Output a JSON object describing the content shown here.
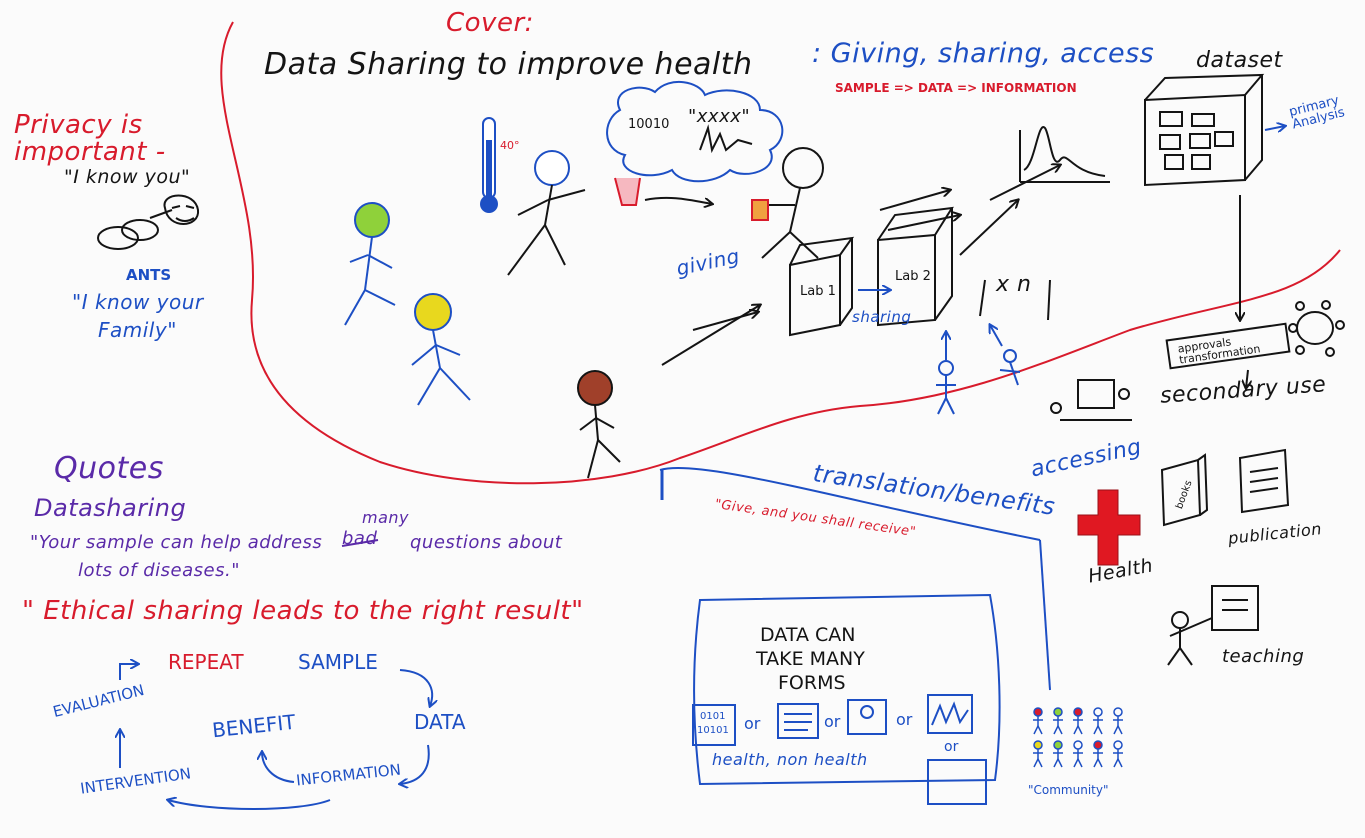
{
  "cover": {
    "label": "Cover:",
    "title": "Data Sharing to improve health",
    "subtitle": ": Giving, sharing, access",
    "flow": "SAMPLE => DATA => INFORMATION"
  },
  "privacy": {
    "heading": "Privacy is important -",
    "quote_you": "\"I know you\"",
    "ants": "ANTS",
    "quote_family_1": "\"I know your",
    "quote_family_2": "Family\""
  },
  "sketch_labels": {
    "thermometer_reading": "40°",
    "binary_bubble": "10010",
    "xxxx": "\"xxxx\"",
    "giving": "giving",
    "lab_1": "Lab 1",
    "lab_2": "Lab 2",
    "sharing": "sharing",
    "times_n": "x n",
    "dataset": "dataset",
    "primary_analysis": "primary Analysis",
    "approvals": "approvals transformation",
    "secondary_use": "secondary use",
    "accessing": "accessing",
    "translation": "translation/benefits",
    "give_quote": "\"Give, and you shall receive\"",
    "books": "books",
    "health": "Health",
    "publication": "publication",
    "teaching": "teaching",
    "community": "\"Community\""
  },
  "quotes": {
    "heading": "Quotes",
    "sub": "Datasharing",
    "line1_a": "\"Your sample can help address",
    "line1_strike": "bad",
    "line1_insert": "many",
    "line1_b": "questions about",
    "line2": "lots of diseases.\"",
    "ethical": "\" Ethical sharing leads to the right result\""
  },
  "cycle": {
    "repeat": "REPEAT",
    "sample": "SAMPLE",
    "data": "DATA",
    "information": "INFORMATION",
    "benefit": "BENEFIT",
    "intervention": "INTERVENTION",
    "evaluation": "EVALUATION"
  },
  "forms": {
    "heading_1": "DATA CAN",
    "heading_2": "TAKE MANY",
    "heading_3": "FORMS",
    "binary_a": "0101",
    "binary_b": "10101",
    "or": "or",
    "footer": "health, non health"
  },
  "colors": {
    "ink_black": "#141414",
    "ink_red": "#d81b2c",
    "ink_blue": "#1d4fc4",
    "ink_purple": "#5a2aa8",
    "green_head": "#8fd13a",
    "yellow_head": "#e8d81e",
    "brown_head": "#a0402a"
  }
}
